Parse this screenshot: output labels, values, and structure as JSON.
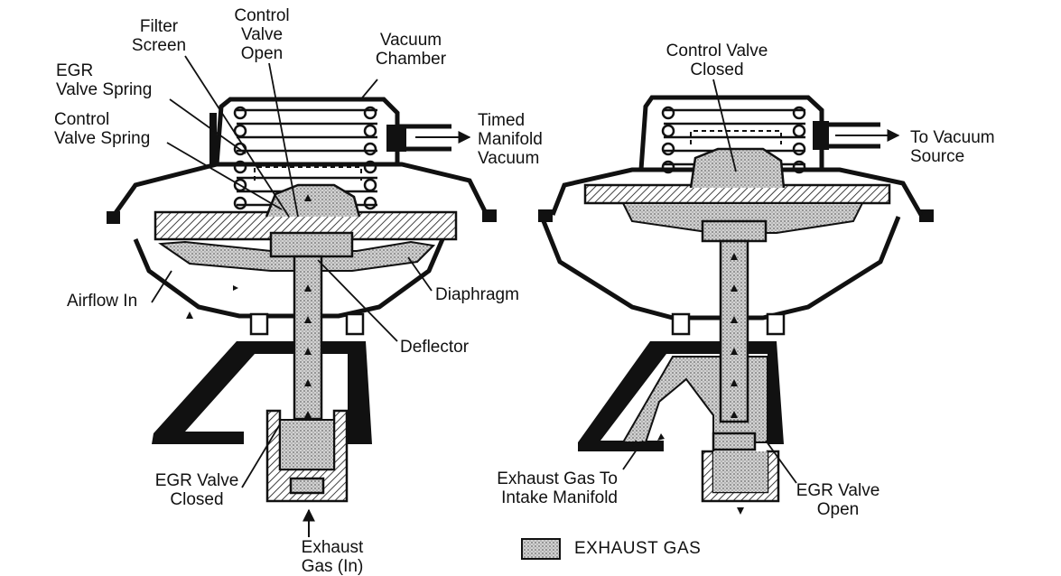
{
  "labels": {
    "filter_screen": "Filter\nScreen",
    "control_valve_open": "Control\nValve\nOpen",
    "vacuum_chamber": "Vacuum\nChamber",
    "egr_valve_spring": "EGR\nValve Spring",
    "control_valve_spring": "Control\nValve Spring",
    "timed_manifold_vacuum": "Timed\nManifold\nVacuum",
    "airflow_in": "Airflow In",
    "diaphragm": "Diaphragm",
    "deflector": "Deflector",
    "egr_valve_closed": "EGR Valve\nClosed",
    "exhaust_gas_in": "Exhaust\nGas (In)",
    "control_valve_closed": "Control Valve\nClosed",
    "to_vacuum_source": "To Vacuum\nSource",
    "exhaust_gas_to_intake": "Exhaust Gas To\nIntake Manifold",
    "egr_valve_open": "EGR Valve\nOpen"
  },
  "legend": {
    "label": "EXHAUST GAS"
  },
  "colors": {
    "ink": "#111111",
    "exhaust_fill": "#c8c8c8",
    "body_fill": "#ffffff"
  }
}
